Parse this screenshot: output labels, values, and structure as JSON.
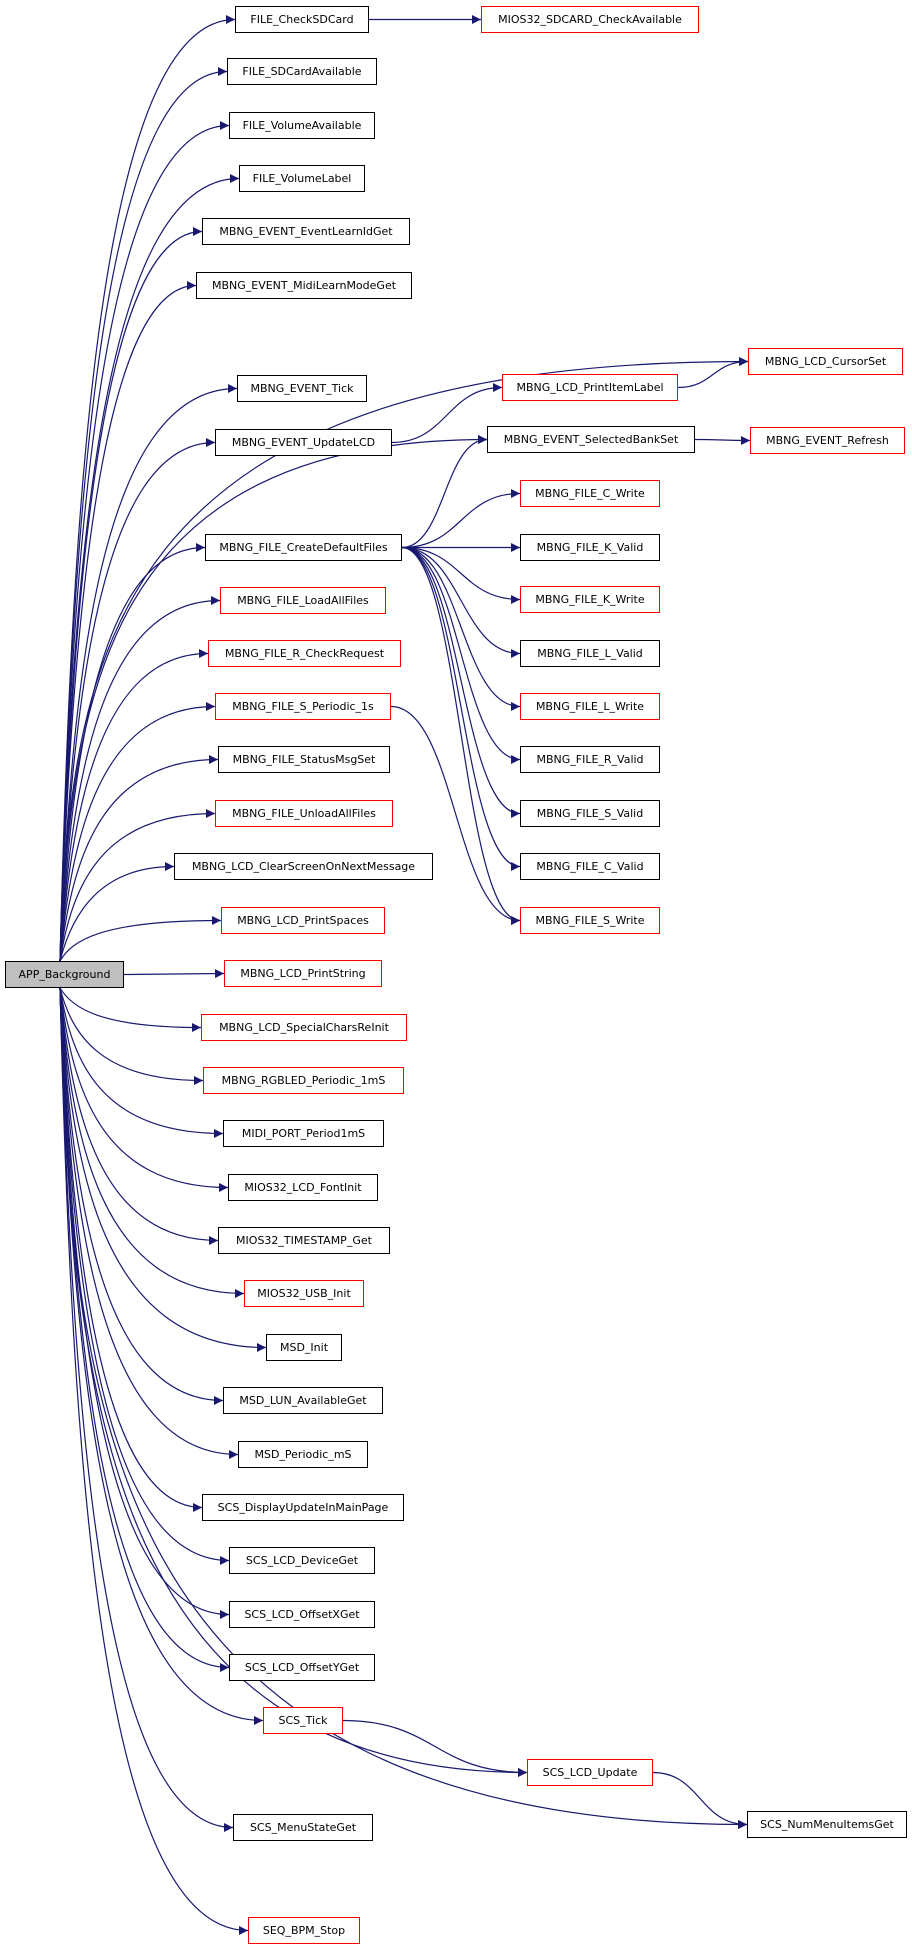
{
  "colors": {
    "edge": "#191970",
    "doc_border": "#ff0000",
    "plain_border": "#000000",
    "root_fill": "#bfbfbf"
  },
  "nodes": {
    "root": {
      "label": "APP_Background",
      "style": "root"
    },
    "n01": {
      "label": "FILE_CheckSDCard",
      "style": "plain"
    },
    "n02": {
      "label": "MIOS32_SDCARD_CheckAvailable",
      "style": "red"
    },
    "n03": {
      "label": "FILE_SDCardAvailable",
      "style": "plain"
    },
    "n04": {
      "label": "FILE_VolumeAvailable",
      "style": "plain"
    },
    "n05": {
      "label": "FILE_VolumeLabel",
      "style": "plain"
    },
    "n06": {
      "label": "MBNG_EVENT_EventLearnIdGet",
      "style": "plain"
    },
    "n07": {
      "label": "MBNG_EVENT_MidiLearnModeGet",
      "style": "plain"
    },
    "n08": {
      "label": "MBNG_LCD_CursorSet",
      "style": "red"
    },
    "n09": {
      "label": "MBNG_EVENT_Tick",
      "style": "plain"
    },
    "n10": {
      "label": "MBNG_LCD_PrintItemLabel",
      "style": "red"
    },
    "n11": {
      "label": "MBNG_EVENT_UpdateLCD",
      "style": "plain"
    },
    "n12": {
      "label": "MBNG_EVENT_SelectedBankSet",
      "style": "plain"
    },
    "n13": {
      "label": "MBNG_EVENT_Refresh",
      "style": "red"
    },
    "n14": {
      "label": "MBNG_FILE_C_Write",
      "style": "red"
    },
    "n15": {
      "label": "MBNG_FILE_CreateDefaultFiles",
      "style": "plain"
    },
    "n16": {
      "label": "MBNG_FILE_K_Valid",
      "style": "plain"
    },
    "n17": {
      "label": "MBNG_FILE_LoadAllFiles",
      "style": "red"
    },
    "n18": {
      "label": "MBNG_FILE_K_Write",
      "style": "red"
    },
    "n19": {
      "label": "MBNG_FILE_R_CheckRequest",
      "style": "red"
    },
    "n20": {
      "label": "MBNG_FILE_L_Valid",
      "style": "plain"
    },
    "n21": {
      "label": "MBNG_FILE_S_Periodic_1s",
      "style": "red"
    },
    "n22": {
      "label": "MBNG_FILE_L_Write",
      "style": "red"
    },
    "n23": {
      "label": "MBNG_FILE_StatusMsgSet",
      "style": "plain"
    },
    "n24": {
      "label": "MBNG_FILE_R_Valid",
      "style": "plain"
    },
    "n25": {
      "label": "MBNG_FILE_UnloadAllFiles",
      "style": "red"
    },
    "n26": {
      "label": "MBNG_FILE_S_Valid",
      "style": "plain"
    },
    "n27": {
      "label": "MBNG_LCD_ClearScreenOnNextMessage",
      "style": "plain"
    },
    "n28": {
      "label": "MBNG_FILE_C_Valid",
      "style": "plain"
    },
    "n29": {
      "label": "MBNG_LCD_PrintSpaces",
      "style": "red"
    },
    "n30": {
      "label": "MBNG_FILE_S_Write",
      "style": "red"
    },
    "n31": {
      "label": "MBNG_LCD_PrintString",
      "style": "red"
    },
    "n32": {
      "label": "MBNG_LCD_SpecialCharsReInit",
      "style": "red"
    },
    "n33": {
      "label": "MBNG_RGBLED_Periodic_1mS",
      "style": "red"
    },
    "n34": {
      "label": "MIDI_PORT_Period1mS",
      "style": "plain"
    },
    "n35": {
      "label": "MIOS32_LCD_FontInit",
      "style": "plain"
    },
    "n36": {
      "label": "MIOS32_TIMESTAMP_Get",
      "style": "plain"
    },
    "n37": {
      "label": "MIOS32_USB_Init",
      "style": "red"
    },
    "n38": {
      "label": "MSD_Init",
      "style": "plain"
    },
    "n39": {
      "label": "MSD_LUN_AvailableGet",
      "style": "plain"
    },
    "n40": {
      "label": "MSD_Periodic_mS",
      "style": "plain"
    },
    "n41": {
      "label": "SCS_DisplayUpdateInMainPage",
      "style": "plain"
    },
    "n42": {
      "label": "SCS_LCD_DeviceGet",
      "style": "plain"
    },
    "n43": {
      "label": "SCS_LCD_OffsetXGet",
      "style": "plain"
    },
    "n44": {
      "label": "SCS_LCD_OffsetYGet",
      "style": "plain"
    },
    "n45": {
      "label": "SCS_Tick",
      "style": "red"
    },
    "n46": {
      "label": "SCS_LCD_Update",
      "style": "red"
    },
    "n47": {
      "label": "SCS_MenuStateGet",
      "style": "plain"
    },
    "n48": {
      "label": "SCS_NumMenuItemsGet",
      "style": "plain"
    },
    "n49": {
      "label": "SEQ_BPM_Stop",
      "style": "red"
    }
  },
  "edges": [
    [
      "root",
      "n01"
    ],
    [
      "root",
      "n03"
    ],
    [
      "root",
      "n04"
    ],
    [
      "root",
      "n05"
    ],
    [
      "root",
      "n06"
    ],
    [
      "root",
      "n07"
    ],
    [
      "root",
      "n08"
    ],
    [
      "root",
      "n09"
    ],
    [
      "root",
      "n11"
    ],
    [
      "root",
      "n12"
    ],
    [
      "root",
      "n15"
    ],
    [
      "root",
      "n17"
    ],
    [
      "root",
      "n19"
    ],
    [
      "root",
      "n21"
    ],
    [
      "root",
      "n23"
    ],
    [
      "root",
      "n25"
    ],
    [
      "root",
      "n27"
    ],
    [
      "root",
      "n29"
    ],
    [
      "root",
      "n31"
    ],
    [
      "root",
      "n32"
    ],
    [
      "root",
      "n33"
    ],
    [
      "root",
      "n34"
    ],
    [
      "root",
      "n35"
    ],
    [
      "root",
      "n36"
    ],
    [
      "root",
      "n37"
    ],
    [
      "root",
      "n38"
    ],
    [
      "root",
      "n39"
    ],
    [
      "root",
      "n40"
    ],
    [
      "root",
      "n41"
    ],
    [
      "root",
      "n42"
    ],
    [
      "root",
      "n43"
    ],
    [
      "root",
      "n44"
    ],
    [
      "root",
      "n45"
    ],
    [
      "root",
      "n46"
    ],
    [
      "root",
      "n47"
    ],
    [
      "root",
      "n48"
    ],
    [
      "root",
      "n49"
    ],
    [
      "n01",
      "n02"
    ],
    [
      "n10",
      "n08"
    ],
    [
      "n11",
      "n10"
    ],
    [
      "n12",
      "n13"
    ],
    [
      "n15",
      "n12"
    ],
    [
      "n15",
      "n14"
    ],
    [
      "n15",
      "n16"
    ],
    [
      "n15",
      "n18"
    ],
    [
      "n15",
      "n20"
    ],
    [
      "n15",
      "n22"
    ],
    [
      "n15",
      "n24"
    ],
    [
      "n15",
      "n26"
    ],
    [
      "n15",
      "n28"
    ],
    [
      "n15",
      "n30"
    ],
    [
      "n21",
      "n30"
    ],
    [
      "n45",
      "n46"
    ],
    [
      "n46",
      "n48"
    ]
  ]
}
